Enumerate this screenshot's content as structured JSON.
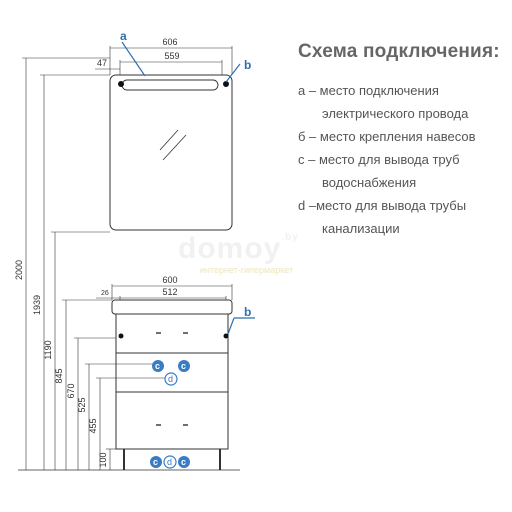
{
  "legend": {
    "title": "Схема подключения:",
    "items": [
      {
        "line1": "а – место подключения",
        "line2": "электрического провода"
      },
      {
        "line1": "б – место крепления навесов",
        "line2": ""
      },
      {
        "line1": "с – место для вывода труб",
        "line2": "водоснабжения"
      },
      {
        "line1": "d –место для вывода трубы",
        "line2": "канализации"
      }
    ]
  },
  "watermark": {
    "text": "domoy",
    "suffix": ".by",
    "sub": "интернет-гипермаркет"
  },
  "markers": {
    "a": "a",
    "b": "b",
    "c": "c",
    "d": "d"
  },
  "dimensions": {
    "mirror_width": "606",
    "mirror_inner": "559",
    "mirror_offset": "47",
    "cabinet_width": "600",
    "cabinet_inner": "512",
    "cabinet_offset": "26",
    "h_total": "2000",
    "h_1939": "1939",
    "h_1190": "1190",
    "h_845": "845",
    "h_670": "670",
    "h_525": "525",
    "h_455": "455",
    "h_100": "100"
  },
  "colors": {
    "line": "#333333",
    "accent": "#2f6fb0",
    "marker_fill": "#3a7cc4"
  }
}
